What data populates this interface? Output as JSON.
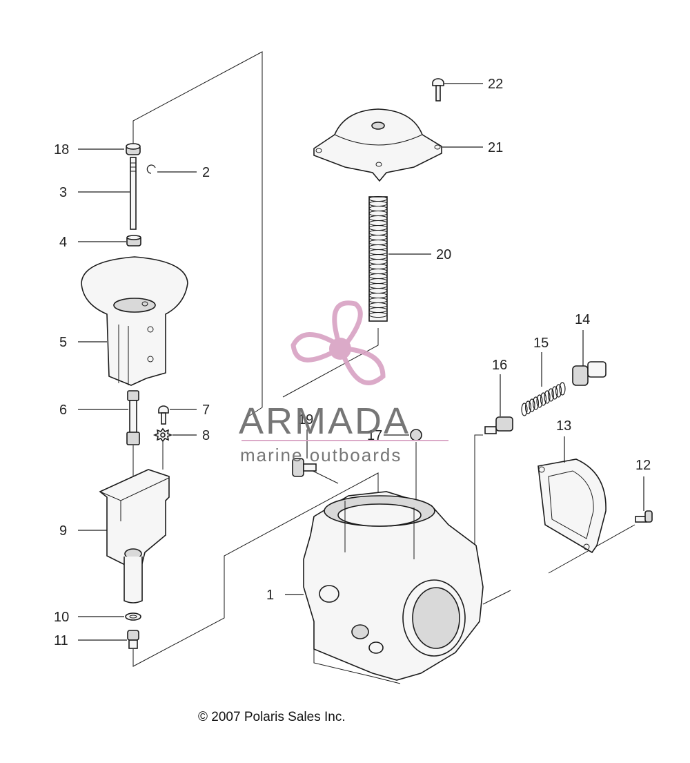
{
  "callouts": [
    "1",
    "2",
    "3",
    "4",
    "5",
    "6",
    "7",
    "8",
    "9",
    "10",
    "11",
    "12",
    "13",
    "14",
    "15",
    "16",
    "17",
    "18",
    "19",
    "20",
    "21",
    "22"
  ],
  "copyright": "© 2007 Polaris Sales Inc.",
  "watermark": {
    "brand": "ARMADA",
    "tagline": "marine outboards",
    "logo": "propeller-logo-icon",
    "color": "#d9a3c4"
  }
}
